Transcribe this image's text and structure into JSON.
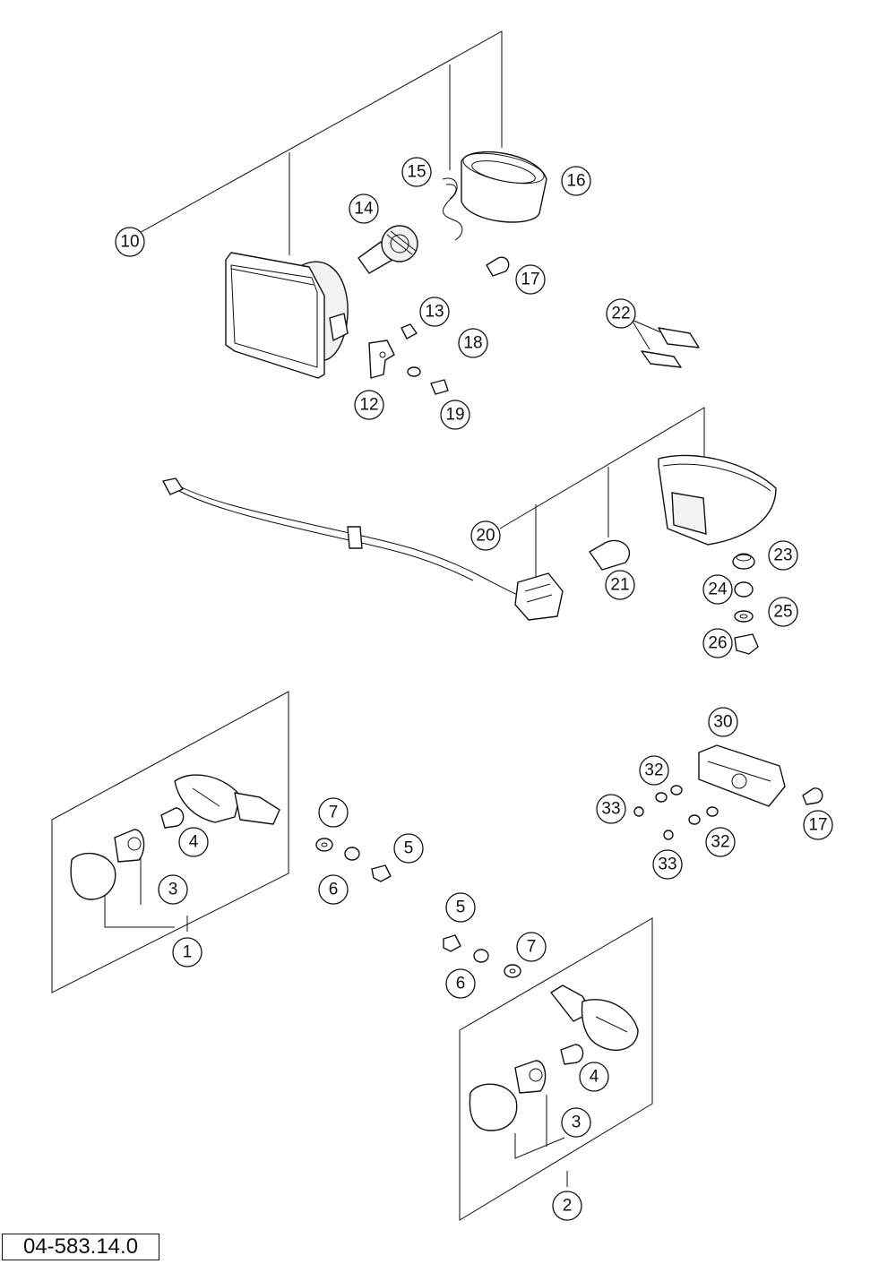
{
  "diagram": {
    "reference_number": "04-583.14.0",
    "callouts": [
      {
        "label": "10"
      },
      {
        "label": "15"
      },
      {
        "label": "16"
      },
      {
        "label": "14"
      },
      {
        "label": "17"
      },
      {
        "label": "13"
      },
      {
        "label": "18"
      },
      {
        "label": "12"
      },
      {
        "label": "19"
      },
      {
        "label": "22"
      },
      {
        "label": "20"
      },
      {
        "label": "21"
      },
      {
        "label": "23"
      },
      {
        "label": "24"
      },
      {
        "label": "25"
      },
      {
        "label": "26"
      },
      {
        "label": "30"
      },
      {
        "label": "32"
      },
      {
        "label": "33"
      },
      {
        "label": "32"
      },
      {
        "label": "33"
      },
      {
        "label": "17"
      },
      {
        "label": "7"
      },
      {
        "label": "4"
      },
      {
        "label": "5"
      },
      {
        "label": "6"
      },
      {
        "label": "3"
      },
      {
        "label": "1"
      },
      {
        "label": "5"
      },
      {
        "label": "7"
      },
      {
        "label": "6"
      },
      {
        "label": "4"
      },
      {
        "label": "3"
      },
      {
        "label": "2"
      }
    ]
  }
}
